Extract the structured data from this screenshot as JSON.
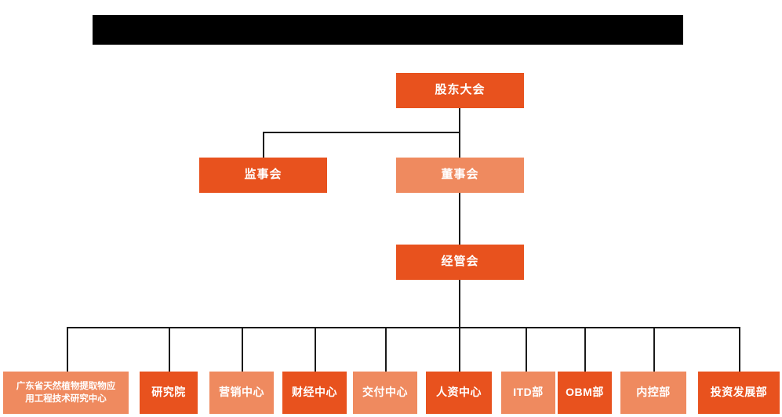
{
  "diagram": {
    "type": "org-chart",
    "title_banner": {
      "name": "redacted-title-banner",
      "text": "",
      "color": "#000000"
    },
    "colors": {
      "background": "#ffffff",
      "node_dark": "#e8521e",
      "node_light": "#ef8a5f",
      "connector": "#1a1a1a",
      "node_text": "#ffffff"
    },
    "levels": [
      {
        "level": 1,
        "nodes": [
          {
            "id": "shareholders-meeting",
            "label": "股东大会",
            "style": "dark"
          }
        ]
      },
      {
        "level": 2,
        "nodes": [
          {
            "id": "board-of-supervisors",
            "label": "监事会",
            "style": "dark"
          },
          {
            "id": "board-of-directors",
            "label": "董事会",
            "style": "light"
          }
        ]
      },
      {
        "level": 3,
        "nodes": [
          {
            "id": "management-committee",
            "label": "经管会",
            "style": "dark"
          }
        ]
      },
      {
        "level": 4,
        "nodes": [
          {
            "id": "guangdong-research-center",
            "label": "广东省天然植物提取物应\n用工程技术研究中心",
            "style": "light"
          },
          {
            "id": "research-institute",
            "label": "研究院",
            "style": "dark"
          },
          {
            "id": "marketing-center",
            "label": "营销中心",
            "style": "light"
          },
          {
            "id": "finance-center",
            "label": "财经中心",
            "style": "dark"
          },
          {
            "id": "delivery-center",
            "label": "交付中心",
            "style": "light"
          },
          {
            "id": "hr-center",
            "label": "人资中心",
            "style": "dark"
          },
          {
            "id": "itd-department",
            "label": "ITD部",
            "style": "light"
          },
          {
            "id": "obm-department",
            "label": "OBM部",
            "style": "dark"
          },
          {
            "id": "internal-control-department",
            "label": "内控部",
            "style": "light"
          },
          {
            "id": "investment-development-department",
            "label": "投资发展部",
            "style": "dark"
          }
        ]
      }
    ],
    "connections": [
      {
        "from": "shareholders-meeting",
        "to": "board-of-supervisors"
      },
      {
        "from": "shareholders-meeting",
        "to": "board-of-directors"
      },
      {
        "from": "board-of-directors",
        "to": "management-committee"
      },
      {
        "from": "management-committee",
        "to": "guangdong-research-center"
      },
      {
        "from": "management-committee",
        "to": "research-institute"
      },
      {
        "from": "management-committee",
        "to": "marketing-center"
      },
      {
        "from": "management-committee",
        "to": "finance-center"
      },
      {
        "from": "management-committee",
        "to": "delivery-center"
      },
      {
        "from": "management-committee",
        "to": "hr-center"
      },
      {
        "from": "management-committee",
        "to": "itd-department"
      },
      {
        "from": "management-committee",
        "to": "obm-department"
      },
      {
        "from": "management-committee",
        "to": "internal-control-department"
      },
      {
        "from": "management-committee",
        "to": "investment-development-department"
      }
    ]
  }
}
